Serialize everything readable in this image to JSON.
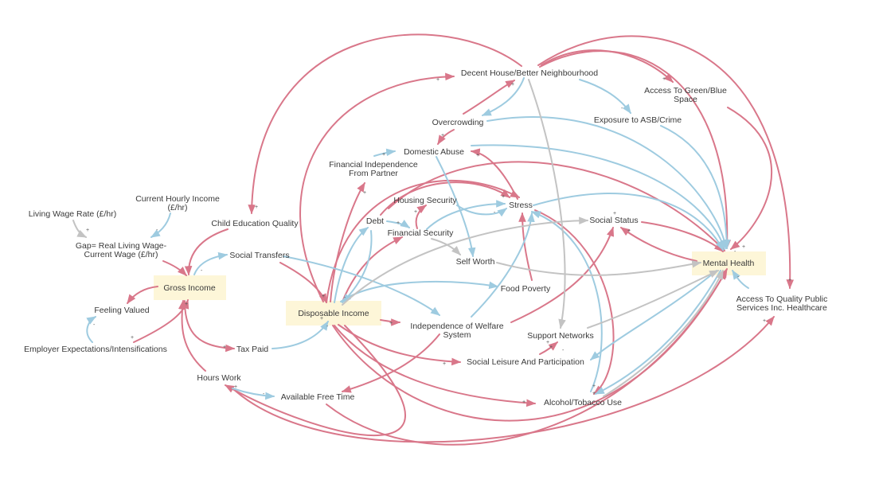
{
  "colors": {
    "positive": "#d9778a",
    "negative": "#9ecbe0",
    "neutral": "#c3c3c3",
    "highlight": "#fdf6d8",
    "text": "#3a3a3a"
  },
  "nodes": {
    "living_wage": [
      "Living Wage Rate (£/hr)"
    ],
    "current_wage": [
      "Current Hourly Income",
      "(£/hr)"
    ],
    "gap": [
      "Gap= Real Living Wage-",
      "Current Wage (£/hr)"
    ],
    "child_edu": [
      "Child Education Quality"
    ],
    "gross_income": [
      "Gross Income"
    ],
    "social_transfers": [
      "Social Transfers"
    ],
    "feeling_valued": [
      "Feeling Valued"
    ],
    "employer_exp": [
      "Employer Expectations/Intensifications"
    ],
    "tax_paid": [
      "Tax Paid"
    ],
    "hours_work": [
      "Hours Work"
    ],
    "free_time": [
      "Available Free Time"
    ],
    "disposable": [
      "Disposable Income"
    ],
    "debt": [
      "Debt"
    ],
    "fin_indep": [
      "Financial Independence",
      "From Partner"
    ],
    "housing_sec": [
      "Housing Security"
    ],
    "fin_sec": [
      "Financial Security"
    ],
    "self_worth": [
      "Self Worth"
    ],
    "food_poverty": [
      "Food Poverty"
    ],
    "indep_welfare": [
      "Independence of Welfare",
      "System"
    ],
    "social_leisure": [
      "Social Leisure And Participation"
    ],
    "alcohol": [
      "Alcohol/Tobacco Use"
    ],
    "support_net": [
      "Support Networks"
    ],
    "stress": [
      "Stress"
    ],
    "domestic_abuse": [
      "Domestic Abuse"
    ],
    "overcrowding": [
      "Overcrowding"
    ],
    "decent_house": [
      "Decent House/Better Neighbourhood"
    ],
    "green_space": [
      "Access To Green/Blue",
      "Space"
    ],
    "asb": [
      "Exposure to ASB/Crime"
    ],
    "social_status": [
      "Social Status"
    ],
    "mental_health": [
      "Mental Health"
    ],
    "public_services": [
      "Access To Quality Public",
      "Services Inc. Healthcare"
    ]
  }
}
